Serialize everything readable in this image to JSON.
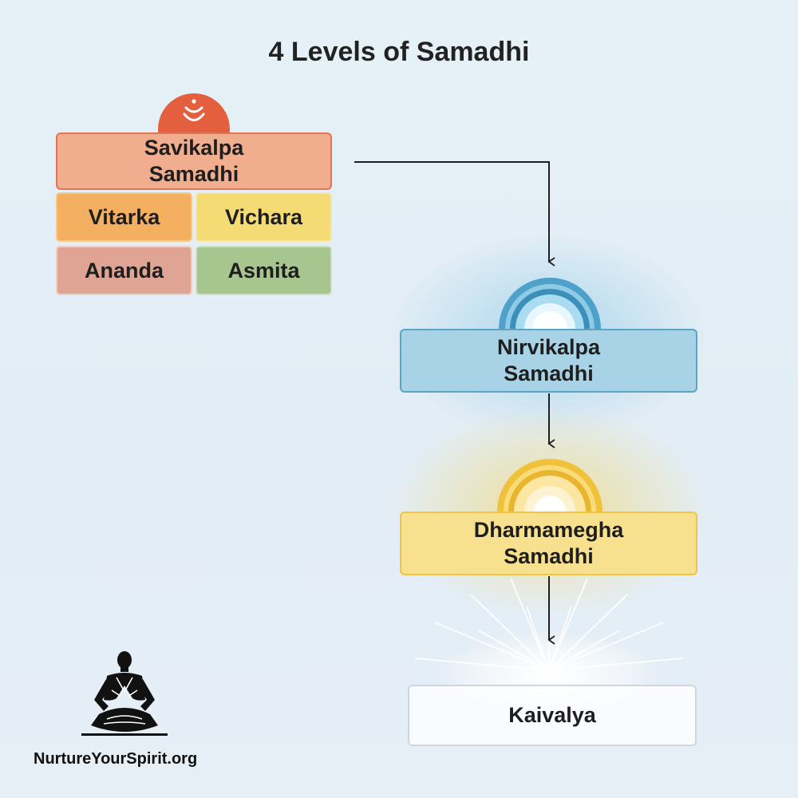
{
  "title": "4 Levels of Samadhi",
  "nodes": {
    "savikalpa": {
      "lines": [
        "Savikalpa",
        "Samadhi"
      ],
      "fill": "#f1ae8e",
      "accent": "#e35f3e"
    },
    "sub_stages": [
      "Vitarka",
      "Vichara",
      "Ananda",
      "Asmita"
    ],
    "nirvikalpa": {
      "lines": [
        "Nirvikalpa",
        "Samadhi"
      ],
      "fill": "#a8d3e6",
      "accent": "#5aa4c6"
    },
    "dharmamegha": {
      "lines": [
        "Dharmamegha",
        "Samadhi"
      ],
      "fill": "#f7e18e",
      "accent": "#f0c447"
    },
    "kaivalya": {
      "label": "Kaivalya"
    }
  },
  "connections": [
    [
      "Savikalpa Samadhi",
      "Nirvikalpa Samadhi"
    ],
    [
      "Nirvikalpa Samadhi",
      "Dharmamegha Samadhi"
    ],
    [
      "Dharmamegha Samadhi",
      "Kaivalya"
    ]
  ],
  "icons": [
    "om-icon",
    "blue-light-orb-icon",
    "golden-sun-icon",
    "radiant-light-burst",
    "meditating-figure-icon"
  ],
  "brand": "NurtureYourSpirit.org"
}
